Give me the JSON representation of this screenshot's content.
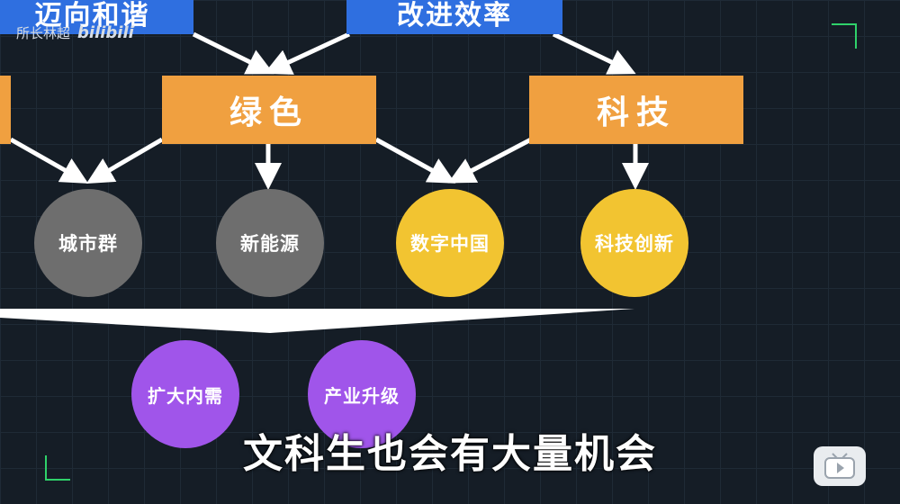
{
  "top_boxes": [
    {
      "label": "迈向和谐"
    },
    {
      "label": "改进效率"
    }
  ],
  "mid_boxes": [
    {
      "label": "绿色"
    },
    {
      "label": "科技"
    }
  ],
  "circles": [
    {
      "label": "城市群",
      "color": "#6e6e6e"
    },
    {
      "label": "新能源",
      "color": "#6e6e6e"
    },
    {
      "label": "数字中国",
      "color": "#f2c431"
    },
    {
      "label": "科技创新",
      "color": "#f2c431"
    },
    {
      "label": "扩大内需",
      "color": "#a055ea"
    },
    {
      "label": "产业升级",
      "color": "#a055ea"
    }
  ],
  "subtitle": "文科生也会有大量机会",
  "watermark": {
    "author": "所长林超",
    "platform": "bilibili"
  },
  "colors": {
    "blue": "#2f6fe0",
    "orange": "#f0a040",
    "accent_green": "#2fd16a"
  },
  "icons": {
    "player": "tv-play-icon"
  }
}
